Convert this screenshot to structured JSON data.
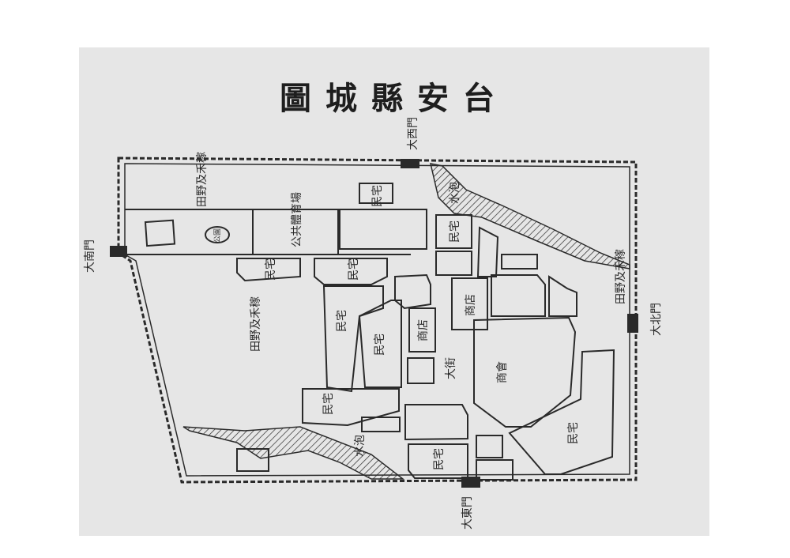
{
  "title": "台安縣城圖",
  "colors": {
    "paper": "#e6e6e6",
    "ink": "#2a2a2a"
  },
  "gates": {
    "west": "大西門",
    "north": "大北門",
    "east": "大東門",
    "south": "大南門"
  },
  "fields": [
    "田野及禾稼",
    "田野及禾稼",
    "田野及禾稼"
  ],
  "ponds": [
    "水泡",
    "水泡"
  ],
  "street": "大街",
  "labels": {
    "residence": "民宅",
    "shop": "商店",
    "park": "公園",
    "sports_ground": "公共體育場",
    "chamber": "商會",
    "store": "商店"
  }
}
